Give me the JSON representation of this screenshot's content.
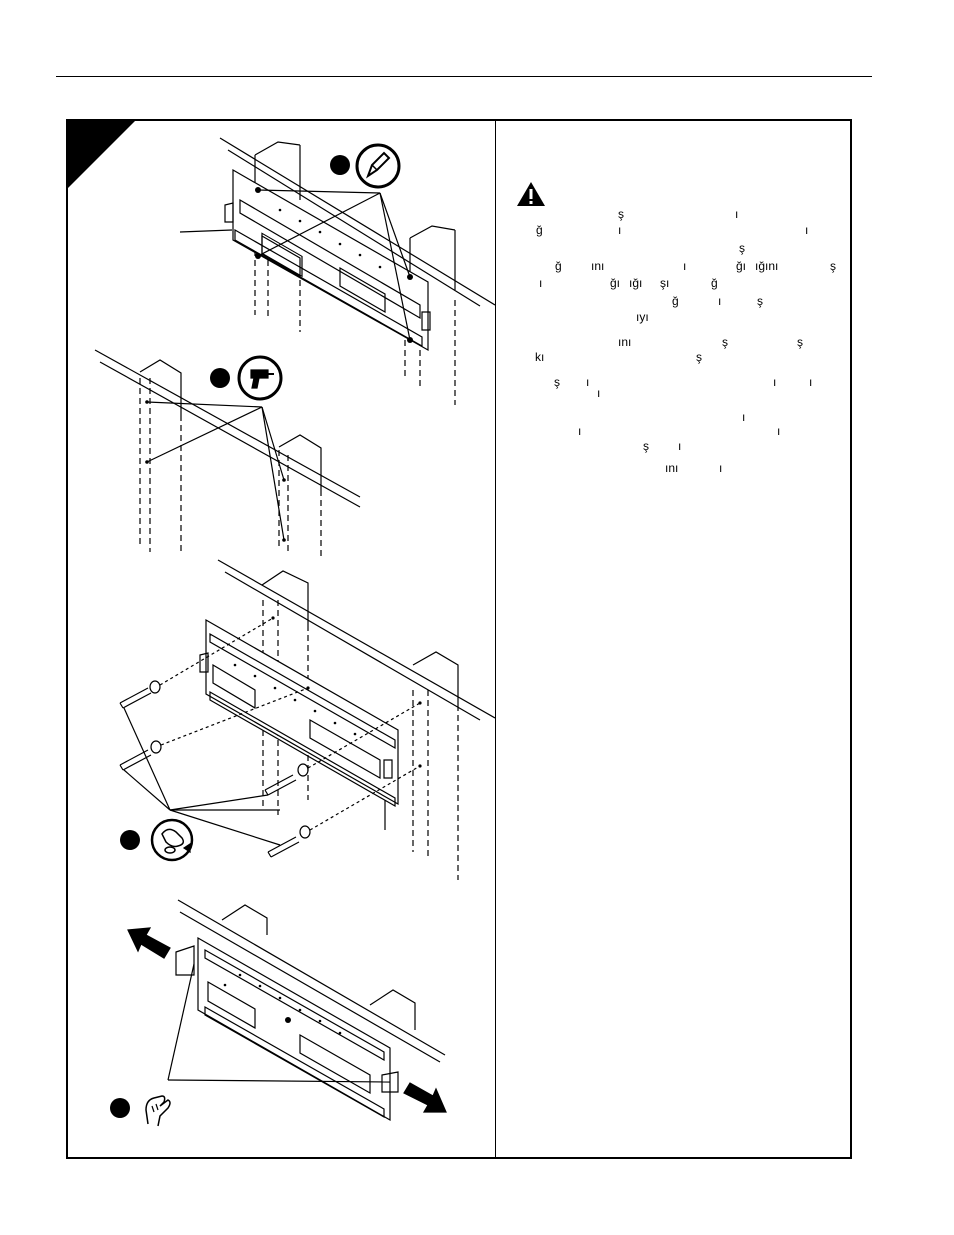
{
  "text_fragments": [
    {
      "text": "ş"
    },
    {
      "text": "ı"
    },
    {
      "text": "ğ"
    },
    {
      "text": "ı"
    },
    {
      "text": "ı"
    },
    {
      "text": "ş"
    },
    {
      "text": "ğ"
    },
    {
      "text": "ını"
    },
    {
      "text": "ı"
    },
    {
      "text": "ğı"
    },
    {
      "text": "ığını"
    },
    {
      "text": "ş"
    },
    {
      "text": "ı"
    },
    {
      "text": "ğı"
    },
    {
      "text": "ığı"
    },
    {
      "text": "şı"
    },
    {
      "text": "ğ"
    },
    {
      "text": "ğ"
    },
    {
      "text": "ı"
    },
    {
      "text": "ş"
    },
    {
      "text": "ıyı"
    },
    {
      "text": "ını"
    },
    {
      "text": "ş"
    },
    {
      "text": "ş"
    },
    {
      "text": "kı"
    },
    {
      "text": "ş"
    },
    {
      "text": "ş"
    },
    {
      "text": "ı"
    },
    {
      "text": "ı"
    },
    {
      "text": "ı"
    },
    {
      "text": "ı"
    },
    {
      "text": "ı"
    },
    {
      "text": "ı"
    },
    {
      "text": "ı"
    },
    {
      "text": "ş"
    },
    {
      "text": "ı"
    },
    {
      "text": "ını"
    },
    {
      "text": "ı"
    }
  ],
  "icons": {
    "warning": "warning-triangle-icon",
    "pencil": "pencil-icon",
    "drill": "drill-icon",
    "wrench": "wrench-rotate-icon",
    "hand": "hand-icon"
  },
  "colors": {
    "ink": "#000000",
    "paper": "#ffffff"
  }
}
